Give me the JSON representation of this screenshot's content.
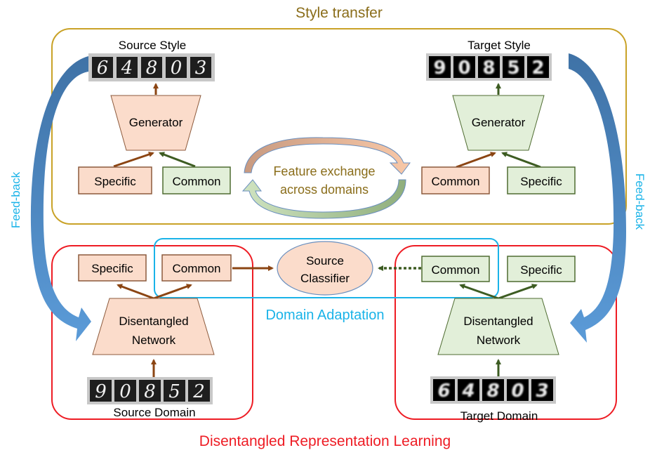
{
  "style_transfer": {
    "title": "Style transfer",
    "source_style_label": "Source Style",
    "target_style_label": "Target Style",
    "source_style_digits": [
      "6",
      "4",
      "8",
      "0",
      "3"
    ],
    "target_style_digits": [
      "9",
      "0",
      "8",
      "5",
      "2"
    ],
    "left_generator": {
      "label": "Generator",
      "inputs": [
        "Specific",
        "Common"
      ]
    },
    "right_generator": {
      "label": "Generator",
      "inputs": [
        "Common",
        "Specific"
      ]
    },
    "exchange_label_line1": "Feature exchange",
    "exchange_label_line2": "across domains"
  },
  "disentangled": {
    "title": "Disentangled Representation Learning",
    "source": {
      "outputs": [
        "Specific",
        "Common"
      ],
      "network_line1": "Disentangled",
      "network_line2": "Network",
      "domain_label": "Source Domain",
      "digits": [
        "9",
        "0",
        "8",
        "5",
        "2"
      ]
    },
    "target": {
      "outputs": [
        "Common",
        "Specific"
      ],
      "network_line1": "Disentangled",
      "network_line2": "Network",
      "domain_label": "Target Domain",
      "digits": [
        "6",
        "4",
        "8",
        "0",
        "3"
      ]
    }
  },
  "domain_adaptation": {
    "title": "Domain Adaptation",
    "classifier_line1": "Source",
    "classifier_line2": "Classifier"
  },
  "feedback": {
    "left_label": "Feed-back",
    "right_label": "Feed-back"
  },
  "colors": {
    "style_frame": "#c9a227",
    "style_title": "#8a6d1a",
    "dis_frame": "#ee1c24",
    "da_frame": "#1ab3e8",
    "source_fill": "#fbdccb",
    "source_stroke": "#8c5a3c",
    "source_arrow": "#8b4513",
    "target_fill": "#e2efd9",
    "target_stroke": "#4e6b30",
    "target_arrow": "#3d5c22",
    "feedback_arrow": "#4a80b8",
    "feedback_text": "#1ab3e8"
  }
}
